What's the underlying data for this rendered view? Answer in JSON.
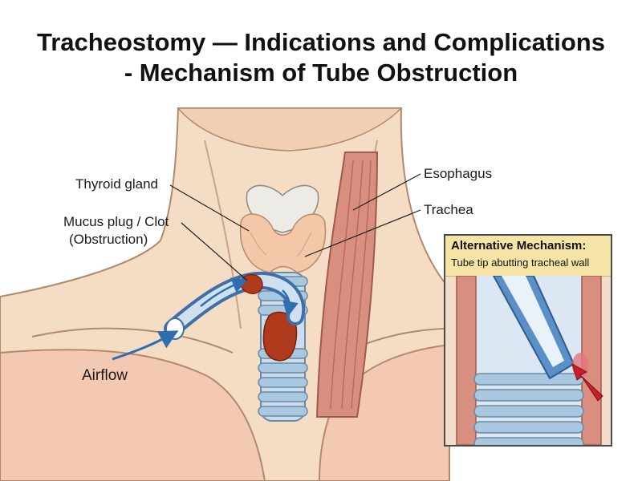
{
  "title": {
    "line1": "Tracheostomy — Indications and Complications",
    "line2": "- Mechanism of Tube Obstruction"
  },
  "labels": {
    "thyroid": "Thyroid gland",
    "mucus_line1": "Mucus plug / Clot",
    "mucus_line2": "(Obstruction)",
    "esophagus": "Esophagus",
    "trachea": "Trachea",
    "airflow": "Airflow"
  },
  "inset": {
    "title": "Alternative Mechanism:",
    "subtitle": "Tube tip abutting tracheal wall"
  },
  "colors": {
    "skin": "#f5dcc5",
    "skin_outline": "#b08a6e",
    "trachea_ring": "#a9c8df",
    "tube": "#5b8fc7",
    "clot": "#b03a1c",
    "muscle": "#d98f80",
    "arrow_red": "#c8202a",
    "inset_header": "#f6e3a6"
  }
}
